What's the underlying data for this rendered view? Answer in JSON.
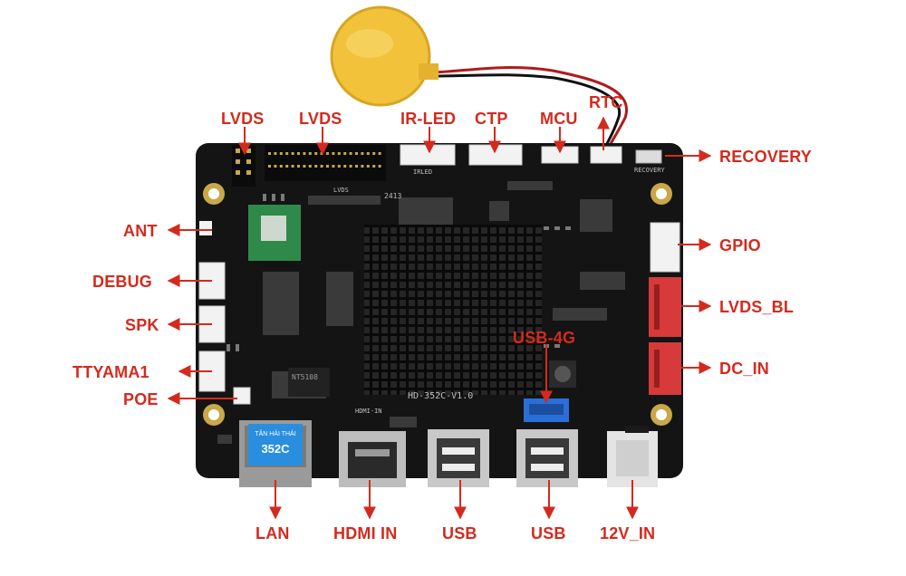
{
  "colors": {
    "label": "#d42a1e",
    "pcb": "#141414",
    "heatsink": "#0d0d0d",
    "connector_white": "#f2f2f2",
    "connector_red": "#d63a3a",
    "connector_blue": "#2a6fd8",
    "battery": "#f2c23a",
    "badge": "#2a8ee0"
  },
  "labels": {
    "lvds_left": "LVDS",
    "lvds_right": "LVDS",
    "ir_led": "IR-LED",
    "ctp": "CTP",
    "mcu": "MCU",
    "rtc": "RTC",
    "recovery": "RECOVERY",
    "ant": "ANT",
    "gpio": "GPIO",
    "debug": "DEBUG",
    "lvds_bl": "LVDS_BL",
    "spk": "SPK",
    "usb_4g": "USB-4G",
    "ttyama1": "TTYAMA1",
    "dc_in": "DC_IN",
    "poe": "POE",
    "lan": "LAN",
    "hdmi_in": "HDMI IN",
    "usb_left": "USB",
    "usb_right": "USB",
    "v12_in": "12V_IN"
  },
  "board": {
    "silk_model": "HD-352C-V1.0",
    "silk_hdmi": "HDMI-IN",
    "silk_lvds": "LVDS",
    "silk_irled": "IRLED",
    "silk_recovery": "RECOVERY",
    "silk_2413": "2413",
    "badge_line1": "TÂN HẢI THÁI",
    "badge_line2": "352C",
    "chip_marking": "NT5108"
  }
}
